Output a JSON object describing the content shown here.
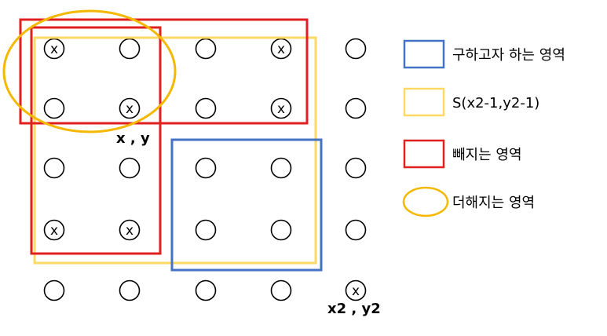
{
  "grid": {
    "rows": 5,
    "cols": 5,
    "marker_char": "x",
    "marked_cells": [
      [
        0,
        0
      ],
      [
        0,
        3
      ],
      [
        1,
        1
      ],
      [
        1,
        3
      ],
      [
        3,
        0
      ],
      [
        3,
        1
      ],
      [
        4,
        4
      ]
    ]
  },
  "labels": {
    "point_a": "x , y",
    "point_b": "x2 , y2"
  },
  "legend": {
    "items": [
      {
        "label": "구하고자 하는 영역",
        "shape": "rect",
        "color": "#4472c4"
      },
      {
        "label": "S(x2-1,y2-1)",
        "shape": "rect",
        "color": "#ffd966"
      },
      {
        "label": "빼지는 영역",
        "shape": "rect",
        "color": "#e0201e"
      },
      {
        "label": "더해지는 영역",
        "shape": "ellipse",
        "color": "#f5b800"
      }
    ]
  },
  "colors": {
    "target_area": "#4472c4",
    "prefix_sum_area": "#ffd966",
    "subtracted_area": "#e0201e",
    "added_area": "#f5b800",
    "circle_stroke": "#000000"
  }
}
